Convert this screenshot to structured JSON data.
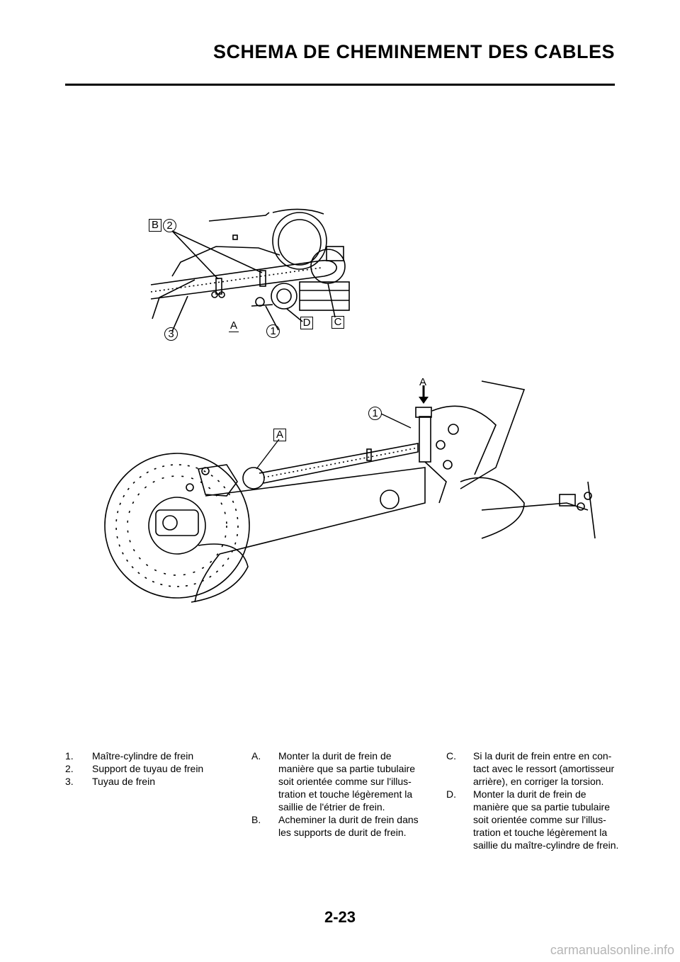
{
  "header": {
    "title": "SCHEMA DE CHEMINEMENT DES CABLES"
  },
  "figure_top": {
    "callouts": {
      "b": "B",
      "two": "2",
      "three": "3",
      "a": "A",
      "one": "1",
      "d": "D",
      "c": "C"
    }
  },
  "figure_bottom": {
    "callouts": {
      "a_arrow": "A",
      "one": "1",
      "a_box": "A"
    }
  },
  "legend": {
    "parts": [
      {
        "num": "1.",
        "text": "Maître-cylindre de frein"
      },
      {
        "num": "2.",
        "text": "Support de tuyau de frein"
      },
      {
        "num": "3.",
        "text": "Tuyau de frein"
      }
    ],
    "notes_ab": [
      {
        "num": "A.",
        "text": "Monter la durit de frein de manière que sa partie tubulaire soit orientée comme sur l'illus-tration et touche légèrement la saillie de l'étrier de frein."
      },
      {
        "num": "B.",
        "text": "Acheminer la durit de frein dans les supports de durit de frein."
      }
    ],
    "notes_cd": [
      {
        "num": "C.",
        "text": "Si la durit de frein entre en con-tact avec le ressort (amortisseur arrière), en corriger la torsion."
      },
      {
        "num": "D.",
        "text": "Monter la durit de frein de manière que sa partie tubulaire soit orientée comme sur l'illus-tration et touche légèrement la saillie du maître-cylindre de frein."
      }
    ]
  },
  "footer": {
    "page_number": "2-23",
    "watermark": "carmanualsonline.info"
  }
}
